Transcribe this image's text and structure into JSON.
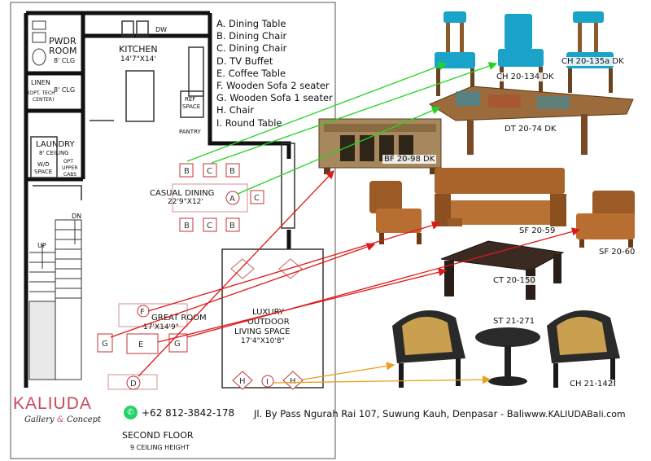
{
  "legend": [
    "A. Dining Table",
    "B. Dining Chair",
    "C. Dining Chair",
    "D. TV Buffet",
    "E. Coffee Table",
    "F. Wooden Sofa 2 seater",
    "G. Wooden Sofa 1 seater",
    "H. Chair",
    "I. Round Table"
  ],
  "rooms": {
    "pwdr_title": "PWDR",
    "pwdr_title2": "ROOM",
    "pwdr_sub": "8' CLG",
    "kitchen_title": "KITCHEN",
    "kitchen_sub": "14'7\"X14'",
    "dw": "DW",
    "ref": "REF",
    "ref2": "SPACE",
    "pantry": "PANTRY",
    "linen": "LINEN",
    "opt_tech": "(OPT. TECH",
    "opt_tech2": "CENTER)",
    "linen_clg": "8' CLG",
    "laundry_title": "LAUNDRY",
    "laundry_sub": "8' CEILING",
    "wd1": "W/D",
    "wd2": "SPACE",
    "opt_upper1": "OPT",
    "opt_upper2": "UPPER",
    "opt_upper3": "CABS",
    "casual_title": "CASUAL DINING",
    "casual_sub": "22'9\"X12'",
    "dn": "DN",
    "up": "UP",
    "great_title": "GREAT ROOM",
    "great_sub": "17'X14'9\"",
    "lux1": "LUXURY",
    "lux2": "OUTDOOR",
    "lux3": "LIVING SPACE",
    "lux_sub": "17'4\"X10'8\"",
    "floor_title": "SECOND FLOOR",
    "floor_sub": "9 CEILING HEIGHT"
  },
  "markers": {
    "A": "A",
    "B": "B",
    "C": "C",
    "D": "D",
    "E": "E",
    "F": "F",
    "G": "G",
    "H": "H",
    "I": "I"
  },
  "products": {
    "ch135": "CH 20-135a DK",
    "ch134": "CH 20-134 DK",
    "dt74": "DT 20-74 DK",
    "bf98": "BF 20-98 DK",
    "sf59": "SF 20-59",
    "sf60": "SF 20-60",
    "ct150": "CT 20-150",
    "st271": "ST 21-271",
    "ch142": "CH 21-142"
  },
  "footer": {
    "brand": "KALIUDA",
    "brand_sub_a": "Gallery",
    "brand_sub_amp": "&",
    "brand_sub_b": "Concept",
    "whatsapp_icon": "whatsapp-icon",
    "phone": "+62 812-3842-178",
    "address": "Jl. By Pass Ngurah Rai 107, Suwung Kauh, Denpasar - Bali",
    "website": "www.KALIUDABali.com"
  },
  "colors": {
    "green_arrow": "#22d322",
    "red_arrow": "#e01818",
    "orange_arrow": "#e8a020",
    "marker": "#c33333",
    "brand": "#c8495a",
    "teal_seat": "#1aa3c8",
    "teak": "#8a5a2b"
  }
}
